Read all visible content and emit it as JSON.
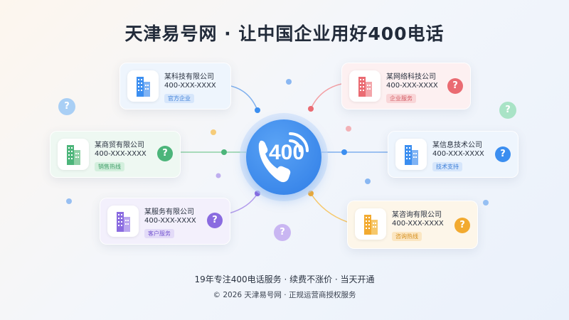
{
  "title": "天津易号网 · 让中国企业用好400电话",
  "hub": {
    "label": "400"
  },
  "cards": [
    {
      "name": "某科技有限公司",
      "phone": "400-XXX-XXXX",
      "tag": "官方企业",
      "color": "#3b8ef0"
    },
    {
      "name": "某商贸有限公司",
      "phone": "400-XXX-XXXX",
      "tag": "销售热线",
      "color": "#4cb57a",
      "q": "?"
    },
    {
      "name": "某服务有限公司",
      "phone": "400-XXX-XXXX",
      "tag": "客户服务",
      "color": "#8a6be0",
      "q": "?"
    },
    {
      "name": "某网络科技公司",
      "phone": "400-XXX-XXXX",
      "tag": "企业服务",
      "color": "#ea6b72",
      "q": "?"
    },
    {
      "name": "某信息技术公司",
      "phone": "400-XXX-XXXX",
      "tag": "技术支持",
      "color": "#3b8ef0",
      "q": "?"
    },
    {
      "name": "某咨询有限公司",
      "phone": "400-XXX-XXXX",
      "tag": "咨询热线",
      "color": "#f2aa30",
      "q": "?"
    }
  ],
  "floating": {
    "q": "?"
  },
  "footer": {
    "line1": "19年专注400电话服务 · 续费不涨价 · 当天开通",
    "line2": "© 2026 天津易号网 · 正规运营商授权服务"
  }
}
